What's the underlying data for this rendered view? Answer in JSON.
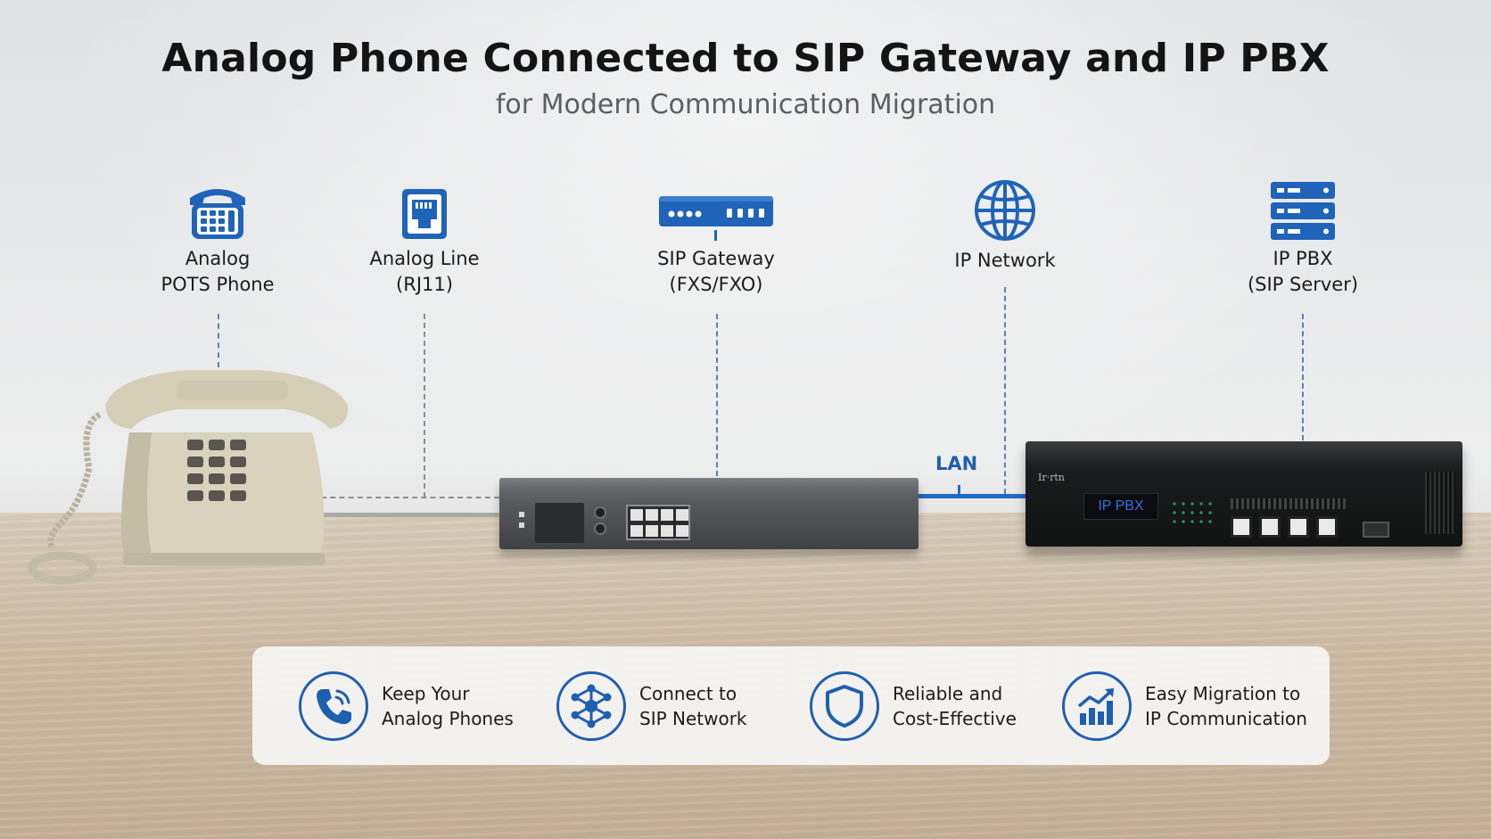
{
  "header": {
    "title": "Analog Phone Connected to SIP Gateway and IP PBX",
    "subtitle": "for Modern Communication Migration"
  },
  "nodes": [
    {
      "line1": "Analog",
      "line2": "POTS Phone",
      "icon": "telephone-icon"
    },
    {
      "line1": "Analog Line",
      "line2": "(RJ11)",
      "icon": "rj11-jack-icon"
    },
    {
      "line1": "SIP Gateway",
      "line2": "(FXS/FXO)",
      "icon": "gateway-device-icon"
    },
    {
      "line1": "IP Network",
      "line2": "",
      "icon": "globe-icon"
    },
    {
      "line1": "IP PBX",
      "line2": "(SIP Server)",
      "icon": "server-stack-icon"
    }
  ],
  "connection": {
    "lan_label": "LAN"
  },
  "devices": {
    "pbx_display": "IP PBX",
    "pbx_brand": "Ir·rtn"
  },
  "benefits": [
    {
      "line1": "Keep Your",
      "line2": "Analog Phones",
      "icon": "phone-call-icon"
    },
    {
      "line1": "Connect to",
      "line2": "SIP Network",
      "icon": "network-hub-icon"
    },
    {
      "line1": "Reliable and",
      "line2": "Cost-Effective",
      "icon": "shield-icon"
    },
    {
      "line1": "Easy Migration to",
      "line2": "IP Communication",
      "icon": "growth-chart-icon"
    }
  ],
  "colors": {
    "accent": "#1f5fb0",
    "icon_blue": "#1f64b8",
    "title": "#141414",
    "subtitle": "#5b5e62"
  }
}
